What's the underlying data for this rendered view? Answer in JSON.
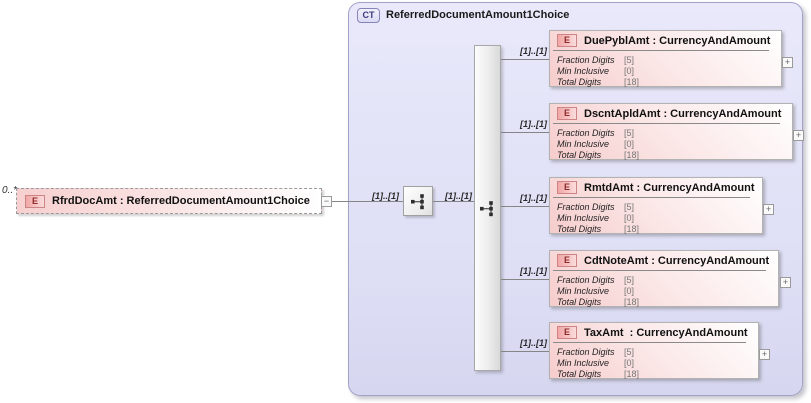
{
  "source_element": {
    "cardinality_label": "0..*",
    "badge": "E",
    "label": "RfrdDocAmt : ReferredDocumentAmount1Choice",
    "collapse_symbol": "−",
    "occurrence": "[1]..[1]"
  },
  "complex_type": {
    "badge": "CT",
    "title": "ReferredDocumentAmount1Choice",
    "choice_occurrence": "[1]..[1]"
  },
  "colors": {
    "container_fill": "#e3e3f8",
    "container_border": "#a2a2c8",
    "element_fill_pink": "#f6cccc",
    "element_border": "#b2b2b2",
    "badge_e_text": "#8f2b2b",
    "badge_ct_text": "#3a3a7c",
    "connector_line": "#858585"
  },
  "elements": [
    {
      "badge": "E",
      "label": "DuePyblAmt : CurrencyAndAmount",
      "occurrence": "[1]..[1]",
      "expand_symbol": "+",
      "facets": [
        {
          "name": "Fraction Digits",
          "value": "[5]"
        },
        {
          "name": "Min Inclusive",
          "value": "[0]"
        },
        {
          "name": "Total Digits",
          "value": "[18]"
        }
      ]
    },
    {
      "badge": "E",
      "label": "DscntApldAmt : CurrencyAndAmount",
      "occurrence": "[1]..[1]",
      "expand_symbol": "+",
      "facets": [
        {
          "name": "Fraction Digits",
          "value": "[5]"
        },
        {
          "name": "Min Inclusive",
          "value": "[0]"
        },
        {
          "name": "Total Digits",
          "value": "[18]"
        }
      ]
    },
    {
      "badge": "E",
      "label": "RmtdAmt : CurrencyAndAmount",
      "occurrence": "[1]..[1]",
      "expand_symbol": "+",
      "facets": [
        {
          "name": "Fraction Digits",
          "value": "[5]"
        },
        {
          "name": "Min Inclusive",
          "value": "[0]"
        },
        {
          "name": "Total Digits",
          "value": "[18]"
        }
      ]
    },
    {
      "badge": "E",
      "label": "CdtNoteAmt : CurrencyAndAmount",
      "occurrence": "[1]..[1]",
      "expand_symbol": "+",
      "facets": [
        {
          "name": "Fraction Digits",
          "value": "[5]"
        },
        {
          "name": "Min Inclusive",
          "value": "[0]"
        },
        {
          "name": "Total Digits",
          "value": "[18]"
        }
      ]
    },
    {
      "badge": "E",
      "label": "TaxAmt  : CurrencyAndAmount",
      "occurrence": "[1]..[1]",
      "expand_symbol": "+",
      "facets": [
        {
          "name": "Fraction Digits",
          "value": "[5]"
        },
        {
          "name": "Min Inclusive",
          "value": "[0]"
        },
        {
          "name": "Total Digits",
          "value": "[18]"
        }
      ]
    }
  ]
}
